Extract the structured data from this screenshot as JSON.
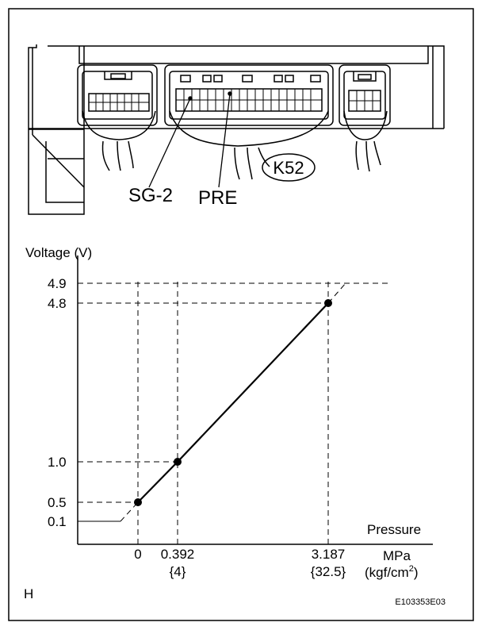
{
  "connector": {
    "labels": {
      "sg2": "SG-2",
      "pre": "PRE",
      "connector_id": "K52"
    }
  },
  "chart_data": {
    "type": "line",
    "ylabel": "Voltage (V)",
    "xlabel": "Pressure",
    "x_unit": "MPa",
    "x_unit_alt_base": "(kgf/cm",
    "x_unit_alt_sup": "2",
    "x_unit_alt_close": ")",
    "series": [
      {
        "x": [
          -0.5,
          0,
          0.392,
          3.187,
          3.5
        ],
        "y": [
          0.1,
          0.5,
          1.0,
          4.8,
          4.9
        ]
      }
    ],
    "marked_points": [
      {
        "x": 0,
        "y": 0.5
      },
      {
        "x": 0.392,
        "y": 1.0
      },
      {
        "x": 3.187,
        "y": 4.8
      }
    ],
    "y_ticks": [
      {
        "label": "4.9"
      },
      {
        "label": "4.8"
      },
      {
        "label": "1.0"
      },
      {
        "label": "0.5"
      },
      {
        "label": "0.1"
      }
    ],
    "x_ticks": [
      {
        "label": "0",
        "sub": ""
      },
      {
        "label": "0.392",
        "sub": "{4}"
      },
      {
        "label": "3.187",
        "sub": "{32.5}"
      }
    ]
  },
  "footer": {
    "corner_letter": "H",
    "figure_code": "E103353E03"
  }
}
